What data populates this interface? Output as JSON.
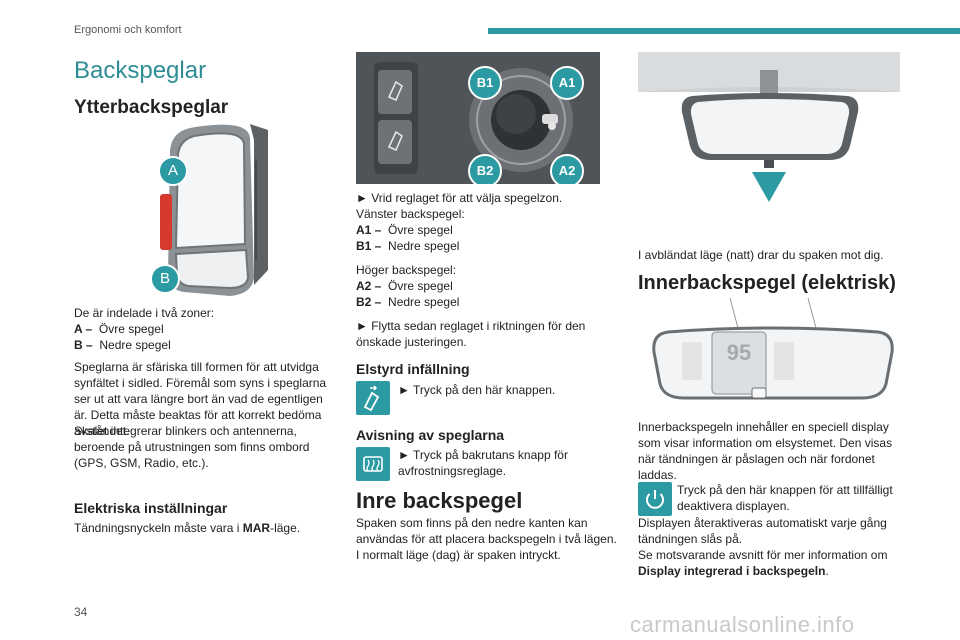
{
  "header": {
    "section": "Ergonomi och komfort",
    "accent_color": "#2b9aa3"
  },
  "title": "Backspeglar",
  "col1": {
    "h_outer": "Ytterbackspeglar",
    "fig_labels": [
      "A",
      "B"
    ],
    "intro": "De är indelade i två zoner:",
    "zone_a_key": "A –",
    "zone_a_val": "Övre spegel",
    "zone_b_key": "B –",
    "zone_b_val": "Nedre spegel",
    "para1": "Speglarna är sfäriska till formen för att utvidga synfältet i sidled. Föremål som syns i speglarna ser ut att vara längre bort än vad de egentligen är. Detta måste beaktas för att korrekt bedöma avståndet.",
    "para2": "Skalet integrerar blinkers och antennerna, beroende på utrustningen som finns ombord (GPS, GSM, Radio, etc.).",
    "h_elec": "Elektriska inställningar",
    "elec_pre": "Tändningsnyckeln måste vara i ",
    "elec_bold": "MAR",
    "elec_post": "-läge."
  },
  "col2": {
    "fig_labels": [
      "B1",
      "A1",
      "B2",
      "A2"
    ],
    "step1": "► Vrid reglaget för att välja spegelzon.",
    "left_mirror": "Vänster backspegel:",
    "a1_key": "A1 –",
    "a1_val": "Övre spegel",
    "b1_key": "B1 –",
    "b1_val": "Nedre spegel",
    "right_mirror": "Höger backspegel:",
    "a2_key": "A2 –",
    "a2_val": "Övre spegel",
    "b2_key": "B2 –",
    "b2_val": "Nedre spegel",
    "step2": "► Flytta sedan reglaget i riktningen för den önskade justeringen.",
    "h_fold": "Elstyrd infällning",
    "fold_text": "► Tryck på den här knappen.",
    "h_defrost": "Avisning av speglarna",
    "defrost_text": "► Tryck på bakrutans knapp för avfrostningsreglage.",
    "h_inner": "Inre backspegel",
    "inner_text": "Spaken som finns på den nedre kanten kan användas för att placera backspegeln i två lägen. I normalt läge (dag) är spaken intryckt."
  },
  "col3": {
    "night_text": "I avbländat läge (natt) drar du spaken mot dig.",
    "h_electric": "Innerbackspegel (elektrisk)",
    "display_value": "95",
    "desc": "Innerbackspegeln innehåller en speciell display som visar information om elsystemet. Den visas när tändningen är påslagen och när fordonet laddas.",
    "power_text": "Tryck på den här knappen för att tillfälligt deaktivera displayen.",
    "reactivate": "Displayen återaktiveras automatiskt varje gång tändningen slås på.",
    "see_more": "Se motsvarande avsnitt för mer information om",
    "see_more_bold": "Display integrerad i backspegeln",
    "see_more_end": "."
  },
  "footer": {
    "page_number": "34",
    "watermark": "carmanualsonline.info"
  }
}
